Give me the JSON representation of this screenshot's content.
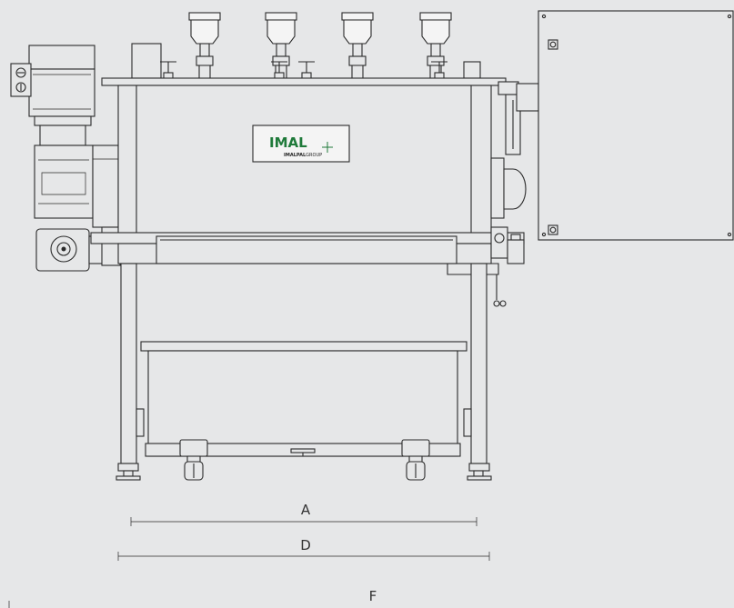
{
  "drawing": {
    "logo": {
      "brand": "IMAL",
      "group_bold": "IMALPAL",
      "group_light": "GROUP",
      "brand_color": "#1f7a3a"
    },
    "dimensions": {
      "a": "A",
      "d": "D",
      "f": "F"
    }
  }
}
